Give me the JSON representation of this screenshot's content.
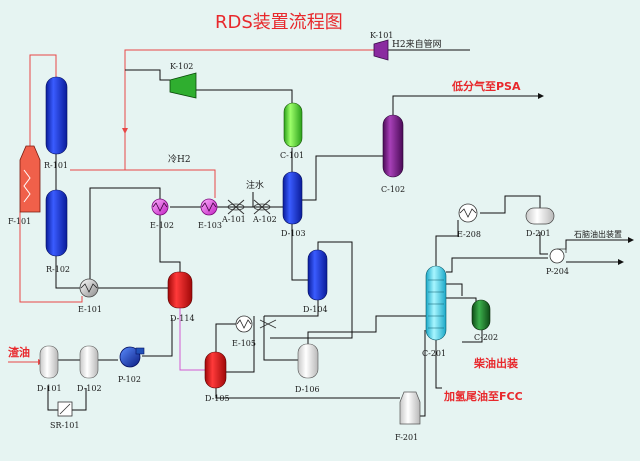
{
  "title": "RDS装置流程图",
  "labels": {
    "k101": "K-101",
    "h2_source": "H2来自管网",
    "k102": "K-102",
    "low_gas_psa": "低分气至PSA",
    "r101": "R-101",
    "r102": "R-102",
    "f101": "F-101",
    "cold_h2": "冷H2",
    "water_inject": "注水",
    "c101": "C-101",
    "c102": "C-102",
    "e102": "E-102",
    "e103": "E-103",
    "a101": "A-101",
    "a102": "A-102",
    "d103": "D-103",
    "e101": "E-101",
    "d114": "D-114",
    "d104": "D-104",
    "e208": "E-208",
    "d201": "D-201",
    "naphtha_out": "石脑油出装置",
    "p204": "P-204",
    "c201": "C-201",
    "c202": "C-202",
    "e105": "E-105",
    "feed_oil": "渣油",
    "d101": "D-101",
    "d102": "D-102",
    "p102": "P-102",
    "d105": "D-105",
    "d106": "D-106",
    "diesel_out": "柴油出装",
    "tail_oil_fcc": "加氢尾油至FCC",
    "sr101": "SR-101",
    "f201": "F-201"
  },
  "colors": {
    "background": "#e6f4f2",
    "title": "#e8282c",
    "reactor_blue": "#1630d8",
    "compressor_green": "#2fae2f",
    "separator_green": "#5ee82e",
    "column_purple": "#7a1a84",
    "drum_red": "#ea1a1a",
    "column_cyan": "#41d8ee",
    "column_darkgreen": "#1f7f2a",
    "pump_blue": "#2050b8",
    "heater_red": "#f0604a",
    "exchanger_magenta": "#e060e0",
    "compressor_purple": "#8a2aa0"
  }
}
